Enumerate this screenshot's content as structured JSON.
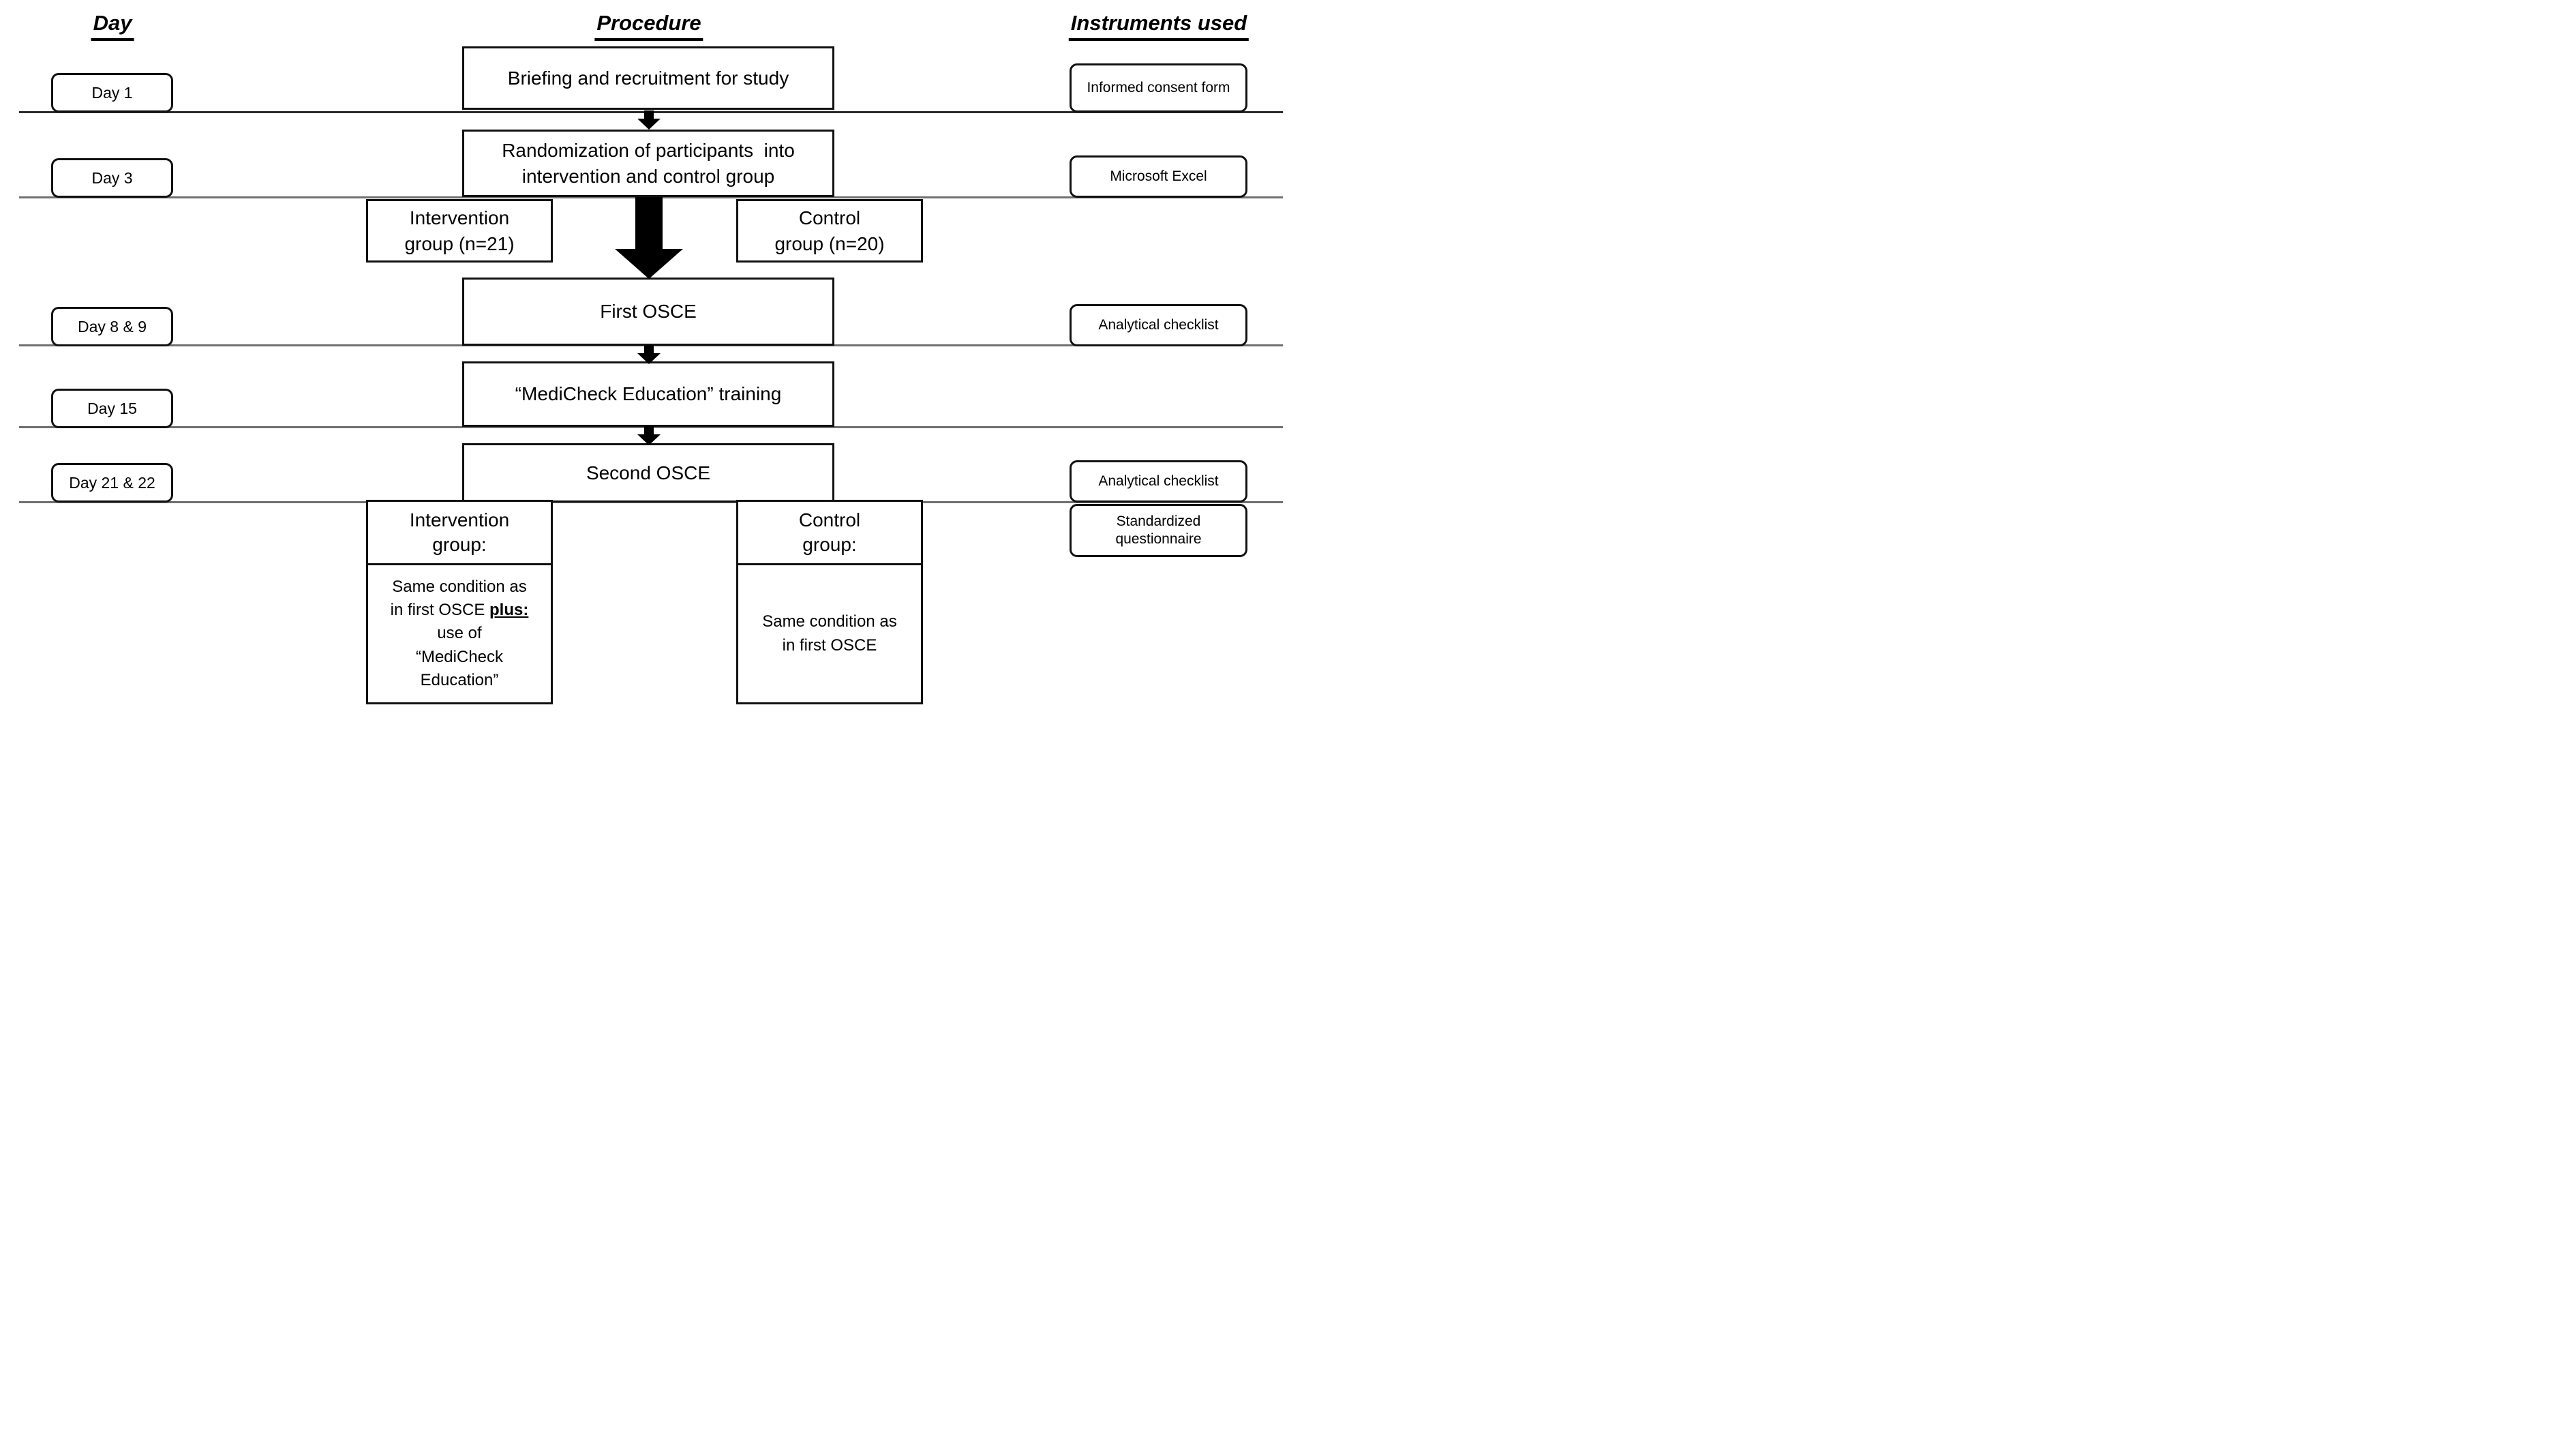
{
  "colors": {
    "row_line": "#6f6f6f",
    "ink": "#111111"
  },
  "day_col": {
    "header": "Day",
    "boxes": [
      "Day 1",
      "Day 3",
      "Day 8 & 9",
      "Day 15",
      "Day 21 & 22"
    ]
  },
  "procedure_col": {
    "header": "Procedure",
    "briefing": "Briefing and recruitment for study",
    "randomization": {
      "line1": "Randomization of participants  into",
      "line2": "intervention and control group"
    },
    "intervention_group": {
      "line1": "Intervention",
      "line2": "group (n=21)"
    },
    "control_group": {
      "line1": "Control",
      "line2": "group (n=20)"
    },
    "first_osce": "First OSCE",
    "medicheck_training": "“MediCheck Education” training",
    "second_osce": "Second OSCE",
    "second_intervention": {
      "header1": "Intervention",
      "header2": "group:",
      "body1": "Same condition as",
      "body2_pre": "in first OSCE ",
      "body2_emph": "plus:",
      "body3": "use of",
      "body4": "“MediCheck",
      "body5": "Education”"
    },
    "second_control": {
      "header1": "Control",
      "header2": "group:",
      "body1": "Same condition as",
      "body2": "in first OSCE"
    }
  },
  "instruments_col": {
    "header": "Instruments used",
    "boxes": [
      "Informed consent form",
      "Microsoft Excel",
      "Analytical checklist",
      "Analytical checklist",
      "Standardized questionnaire"
    ]
  }
}
